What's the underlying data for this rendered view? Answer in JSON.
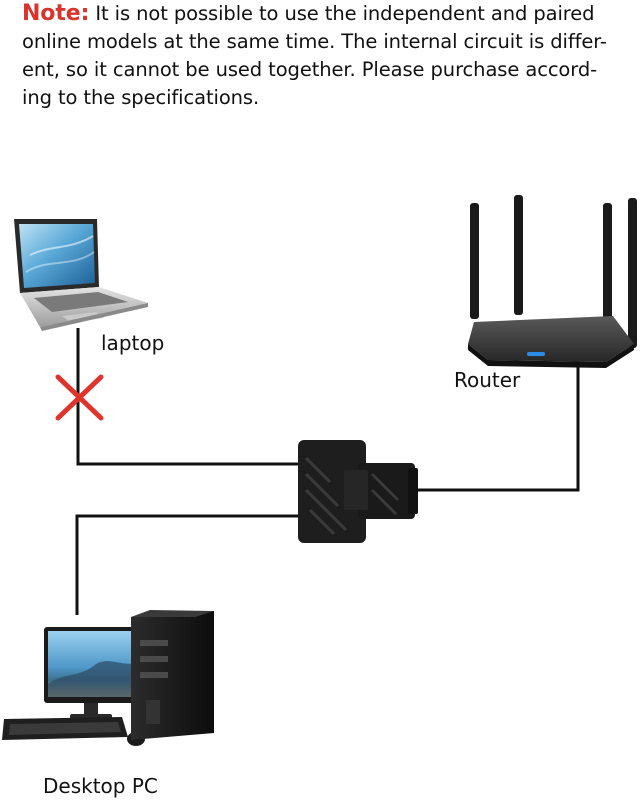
{
  "note": {
    "label": "Note:",
    "lines": [
      " It is not possible to use the independent and paired",
      "online models at the same time. The internal circuit is differ-",
      "ent, so it cannot be used together. Please purchase accord-",
      "ing to the specifications."
    ]
  },
  "nodes": {
    "laptop": "laptop",
    "router": "Router",
    "desktop": "Desktop PC"
  },
  "colors": {
    "note_label": "#d9342b",
    "cross": "#e0342b",
    "line": "#111111",
    "splitter": "#1e1e1e"
  },
  "icons": [
    "laptop-icon",
    "router-icon",
    "splitter-icon",
    "desktop-pc-icon",
    "cross-mark-icon"
  ]
}
